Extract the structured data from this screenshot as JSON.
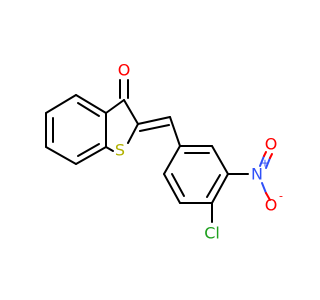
{
  "molecule": {
    "atoms": {
      "O_carbonyl": {
        "symbol": "O",
        "color": "#ff0000"
      },
      "S_ring": {
        "symbol": "S",
        "color": "#b2b200"
      },
      "N_nitro": {
        "symbol": "N",
        "charge": "+",
        "color": "#3050f8"
      },
      "O_nitro_top": {
        "symbol": "O",
        "color": "#ff0000"
      },
      "O_nitro_right": {
        "symbol": "O",
        "charge": "-",
        "color": "#ff0000"
      },
      "Cl": {
        "symbol": "Cl",
        "color": "#1fa01f"
      }
    }
  }
}
